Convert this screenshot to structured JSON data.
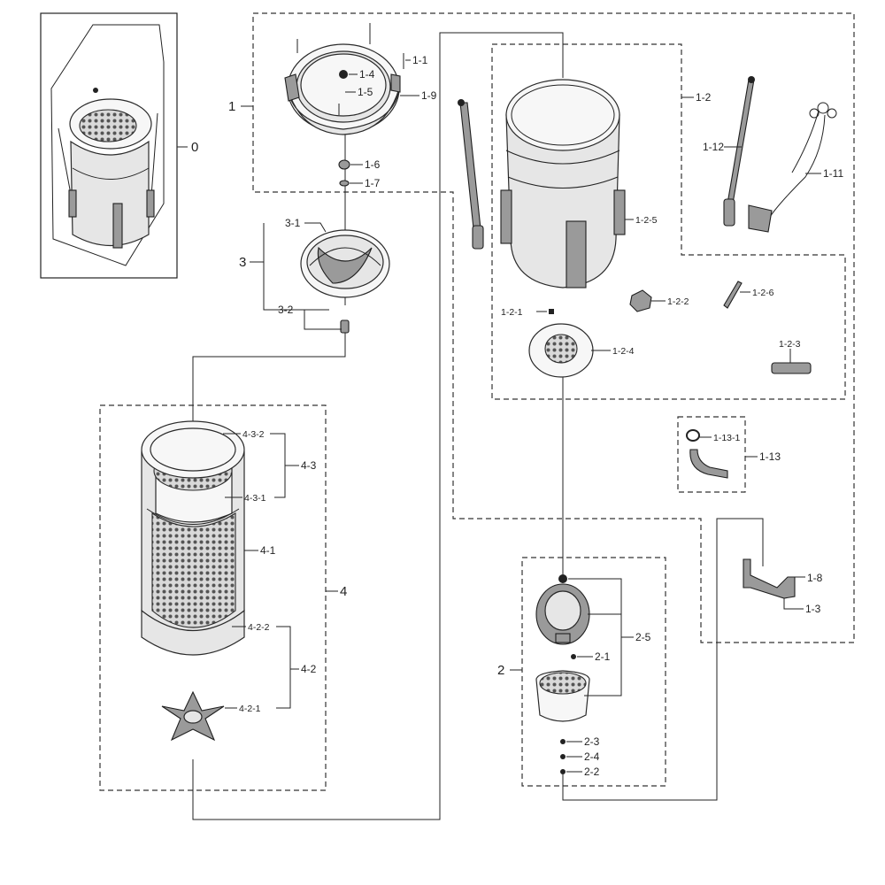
{
  "labels": {
    "g0": "0",
    "g1": "1",
    "g2": "2",
    "g3": "3",
    "g4": "4",
    "p1_1": "1-1",
    "p1_2": "1-2",
    "p1_3": "1-3",
    "p1_4": "1-4",
    "p1_5": "1-5",
    "p1_6": "1-6",
    "p1_7": "1-7",
    "p1_8": "1-8",
    "p1_9": "1-9",
    "p1_11": "1-11",
    "p1_12": "1-12",
    "p1_13": "1-13",
    "p1_13_1": "1-13-1",
    "p1_2_1": "1-2-1",
    "p1_2_2": "1-2-2",
    "p1_2_3": "1-2-3",
    "p1_2_4": "1-2-4",
    "p1_2_5": "1-2-5",
    "p1_2_6": "1-2-6",
    "p2_1": "2-1",
    "p2_2": "2-2",
    "p2_3": "2-3",
    "p2_4": "2-4",
    "p2_5": "2-5",
    "p3_1": "3-1",
    "p3_2": "3-2",
    "p4_1": "4-1",
    "p4_2": "4-2",
    "p4_2_1": "4-2-1",
    "p4_2_2": "4-2-2",
    "p4_3": "4-3",
    "p4_3_1": "4-3-1",
    "p4_3_2": "4-3-2"
  }
}
